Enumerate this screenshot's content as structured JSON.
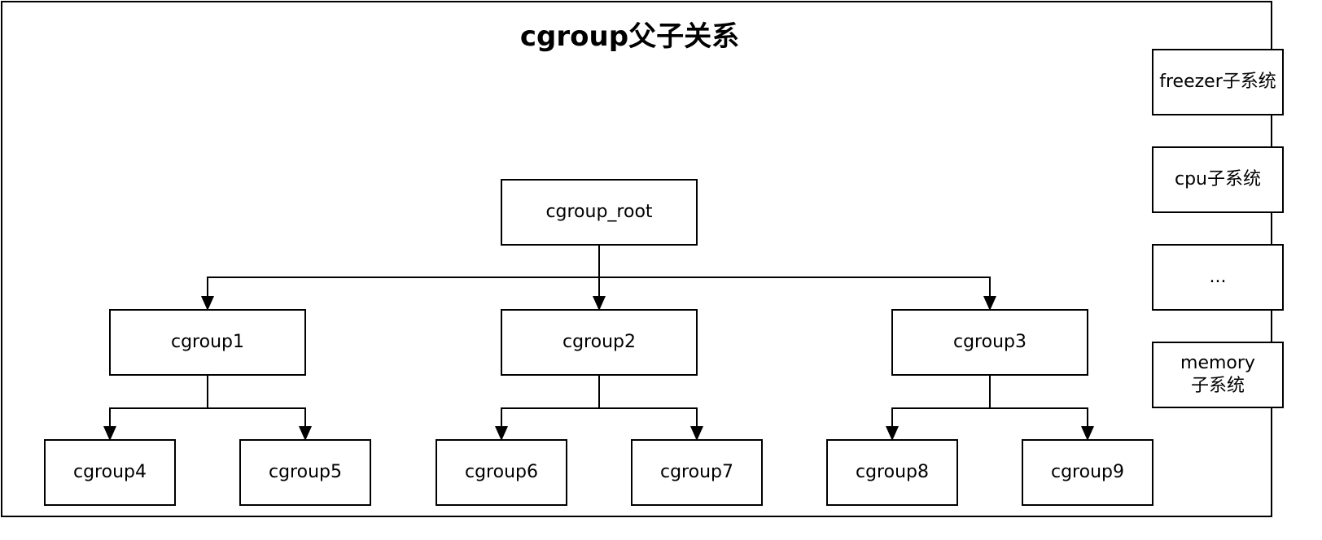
{
  "diagram": {
    "title": "cgroup父子关系",
    "root": {
      "label": "cgroup_root"
    },
    "level1": [
      {
        "label": "cgroup1"
      },
      {
        "label": "cgroup2"
      },
      {
        "label": "cgroup3"
      }
    ],
    "level2": [
      {
        "label": "cgroup4"
      },
      {
        "label": "cgroup5"
      },
      {
        "label": "cgroup6"
      },
      {
        "label": "cgroup7"
      },
      {
        "label": "cgroup8"
      },
      {
        "label": "cgroup9"
      }
    ],
    "subsystems": [
      {
        "label": "freezer子系统"
      },
      {
        "label": "cpu子系统"
      },
      {
        "label": "..."
      },
      {
        "label": "memory\n子系统"
      }
    ]
  }
}
